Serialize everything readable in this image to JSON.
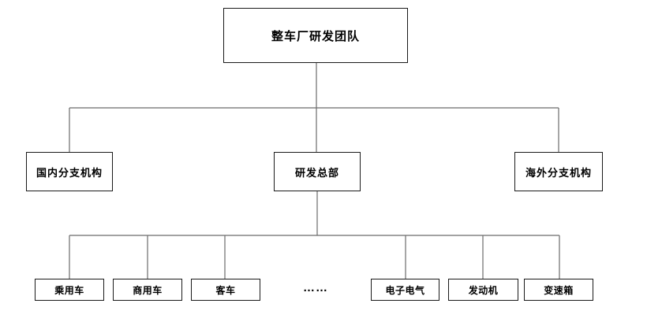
{
  "org": {
    "root": {
      "label": "整车厂研发团队"
    },
    "level2": [
      {
        "label": "国内分支机构"
      },
      {
        "label": "研发总部"
      },
      {
        "label": "海外分支机构"
      }
    ],
    "level3": [
      {
        "label": "乘用车"
      },
      {
        "label": "商用车"
      },
      {
        "label": "客车"
      },
      {
        "label": "电子电气"
      },
      {
        "label": "发动机"
      },
      {
        "label": "变速箱"
      }
    ],
    "ellipsis": "……",
    "colors": {
      "box_border": "#1a1a1a",
      "connector": "#6b6b6b",
      "text": "#000000",
      "background": "#ffffff"
    }
  }
}
